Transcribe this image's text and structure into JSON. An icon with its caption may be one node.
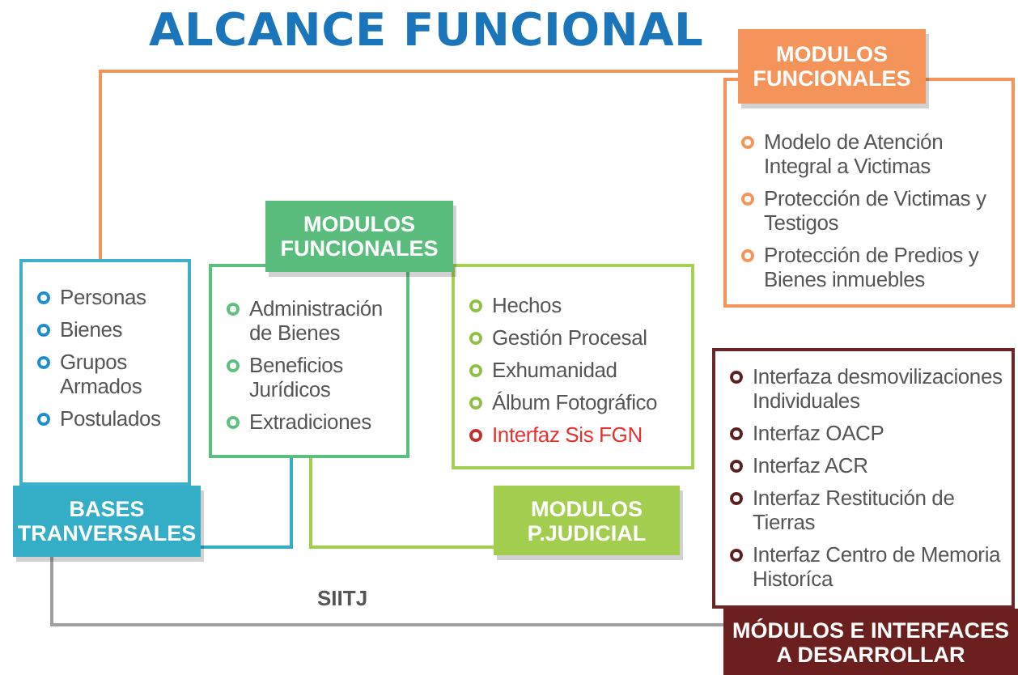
{
  "diagram": {
    "title": "ALCANCE FUNCIONAL",
    "nodes": [
      {
        "text": [
          "MODULOS FUNCIONALES"
        ]
      },
      {
        "text": [
          "Modelo de Atención Integral a Victimas",
          "Protección de Victimas y Testigos",
          "Protección de Predios y Bienes inmuebles"
        ]
      },
      {
        "text": [
          "Personas",
          "Bienes",
          "Grupos Armados",
          "Postulados"
        ]
      },
      {
        "text": [
          "BASES TRANVERSALES"
        ]
      },
      {
        "text": [
          "MODULOS FUNCIONALES"
        ]
      },
      {
        "text": [
          "Administración de Bienes",
          "Beneficios Jurídicos",
          "Extradiciones"
        ]
      },
      {
        "text": [
          "Hechos",
          "Gestión Procesal",
          "Exhumanidad",
          "Álbum Fotográfico",
          "Interfaz Sis FGN"
        ]
      },
      {
        "text": [
          "MODULOS P.JUDICIAL"
        ]
      },
      {
        "text": [
          "Interfaza desmovilizaciones Individuales",
          "Interfaz OACP",
          "Interfaz ACR",
          "Interfaz Restitución de Tierras",
          "Interfaz Centro de Memoria Historíca"
        ]
      },
      {
        "text": [
          "MÓDULOS E INTERFACES A DESARROLLAR"
        ]
      }
    ],
    "edges": [
      {
        "from": 0,
        "to": 2,
        "arrow": "none",
        "color": "#f4945a"
      },
      {
        "from": 5,
        "to": 3,
        "arrow": "none",
        "color": "#33aec6"
      },
      {
        "from": 5,
        "to": 7,
        "arrow": "none",
        "color": "#a3cd4f"
      },
      {
        "from": 3,
        "to": 9,
        "arrow": "none",
        "label": "SIITJ",
        "color": "#a0a0a0"
      }
    ]
  }
}
